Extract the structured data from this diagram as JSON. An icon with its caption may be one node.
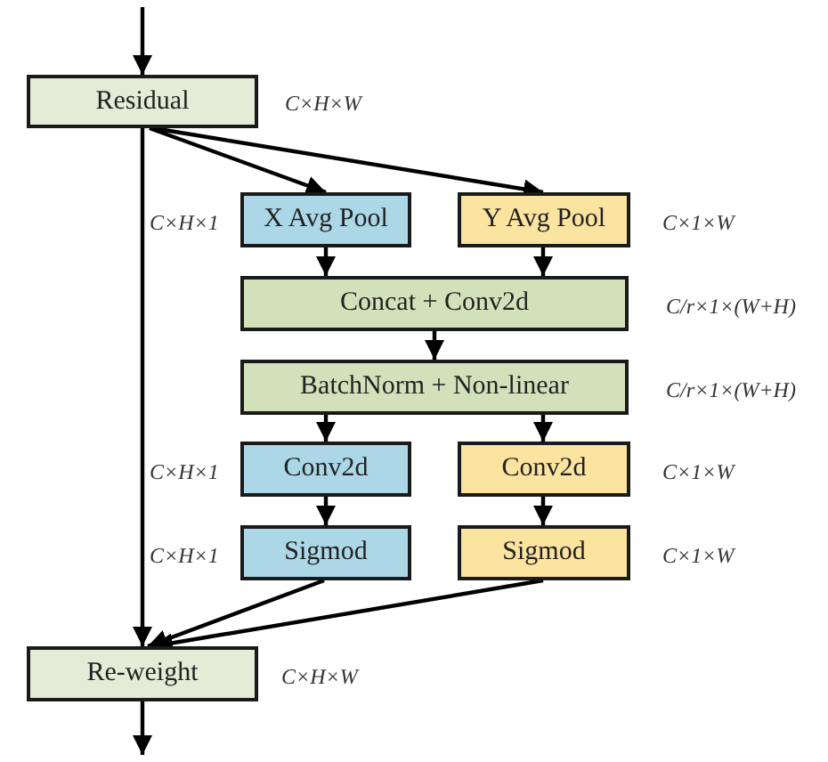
{
  "diagram": {
    "nodes": [
      {
        "text": [
          "Residual"
        ],
        "beside": [
          "C×H×W"
        ]
      },
      {
        "text": [
          "X Avg Pool"
        ],
        "beside": [
          "C×H×1"
        ]
      },
      {
        "text": [
          "Y Avg Pool"
        ],
        "beside": [
          "C×1×W"
        ]
      },
      {
        "text": [
          "Concat + Conv2d"
        ],
        "beside": [
          "C/r×1×(W+H)"
        ]
      },
      {
        "text": [
          "BatchNorm + Non-linear"
        ],
        "beside": [
          "C/r×1×(W+H)"
        ]
      },
      {
        "text": [
          "Conv2d"
        ],
        "beside": [
          "C×H×1"
        ]
      },
      {
        "text": [
          "Conv2d"
        ],
        "beside": [
          "C×1×W"
        ]
      },
      {
        "text": [
          "Sigmod"
        ],
        "beside": [
          "C×H×1"
        ]
      },
      {
        "text": [
          "Sigmod"
        ],
        "beside": [
          "C×1×W"
        ]
      },
      {
        "text": [
          "Re-weight"
        ],
        "beside": [
          "C×H×W"
        ]
      }
    ],
    "edges": [
      {
        "from": null,
        "to": 0,
        "arrow": "to"
      },
      {
        "from": 0,
        "to": 1,
        "arrow": "to"
      },
      {
        "from": 0,
        "to": 2,
        "arrow": "to"
      },
      {
        "from": 1,
        "to": 3,
        "arrow": "to"
      },
      {
        "from": 2,
        "to": 3,
        "arrow": "to"
      },
      {
        "from": 3,
        "to": 4,
        "arrow": "to"
      },
      {
        "from": 4,
        "to": 5,
        "arrow": "to"
      },
      {
        "from": 4,
        "to": 6,
        "arrow": "to"
      },
      {
        "from": 5,
        "to": 7,
        "arrow": "to"
      },
      {
        "from": 6,
        "to": 8,
        "arrow": "to"
      },
      {
        "from": 0,
        "to": 9,
        "arrow": "to"
      },
      {
        "from": 7,
        "to": 9,
        "arrow": "to"
      },
      {
        "from": 8,
        "to": 9,
        "arrow": "to"
      },
      {
        "from": 9,
        "to": null,
        "arrow": "to"
      }
    ]
  }
}
